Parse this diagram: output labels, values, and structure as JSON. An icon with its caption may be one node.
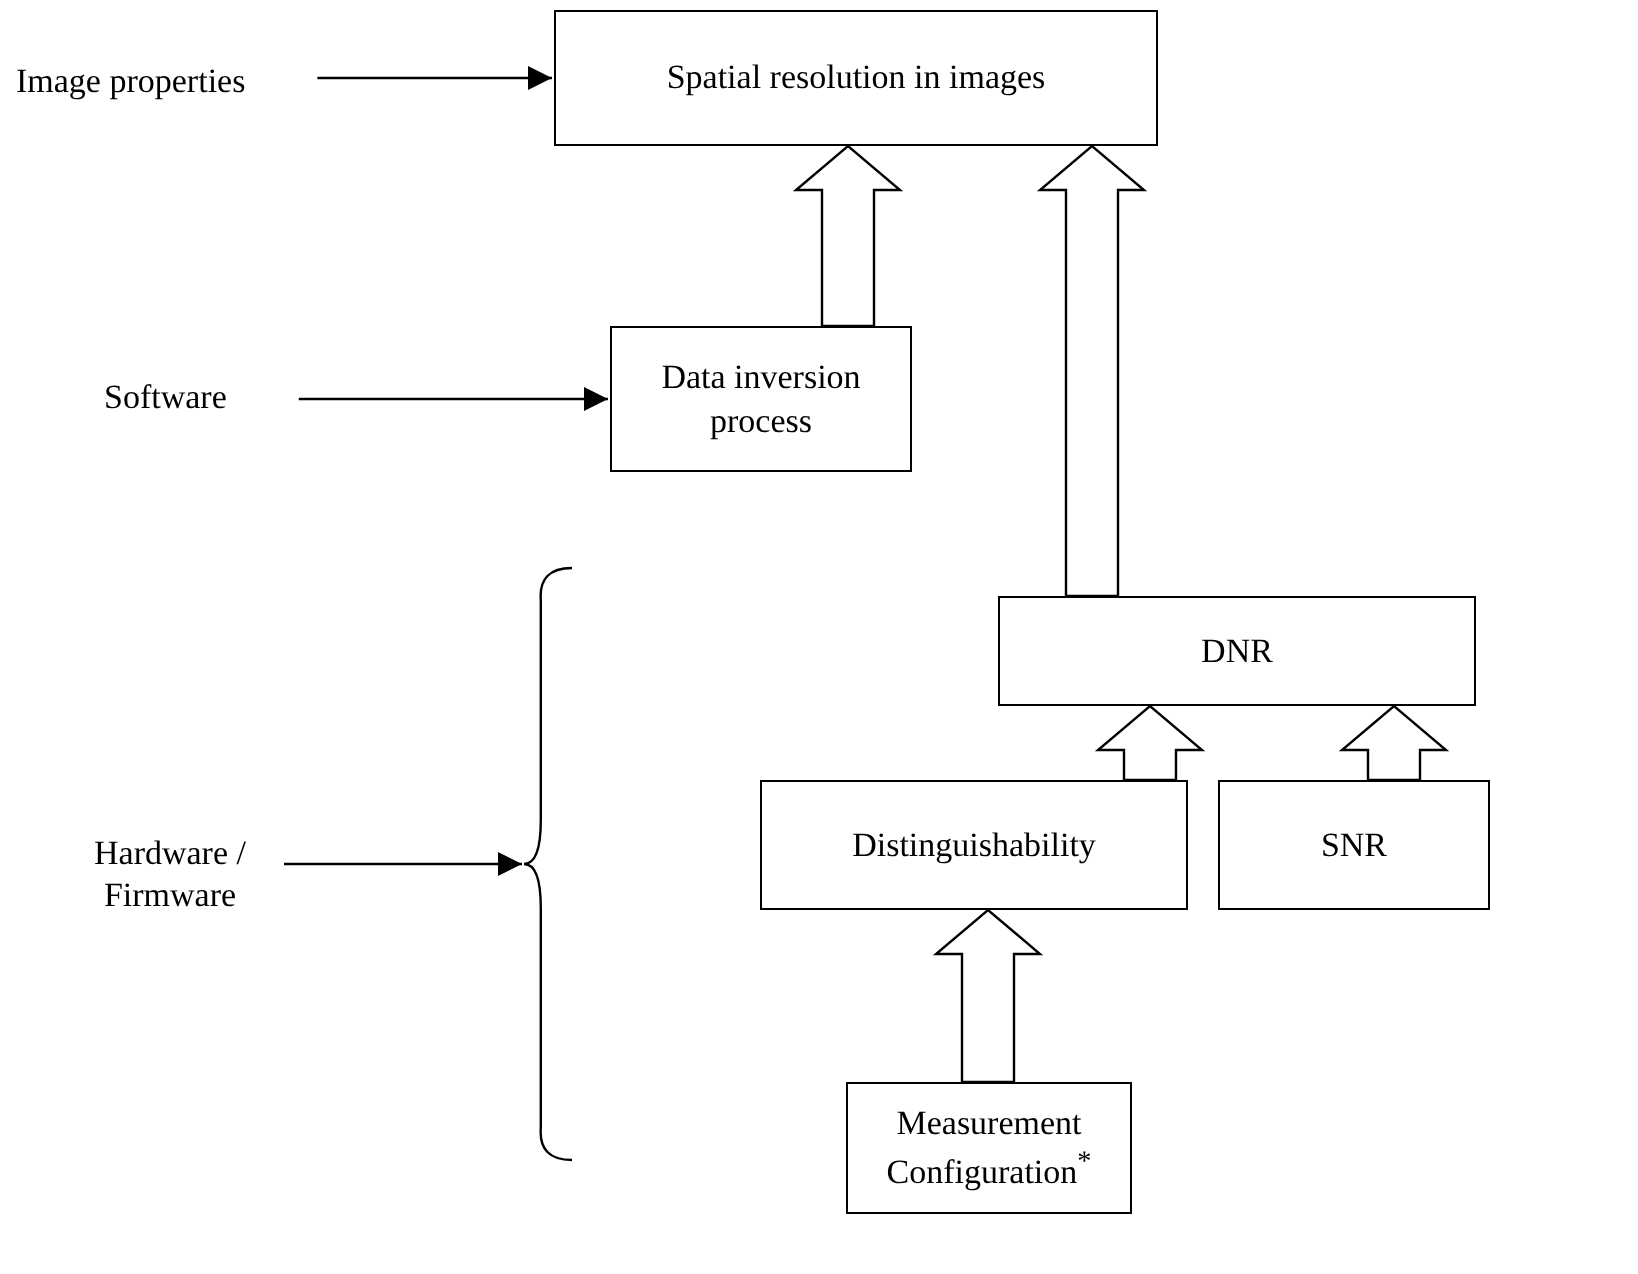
{
  "diagram": {
    "nodes": [
      {
        "text": [
          "Image properties"
        ]
      },
      {
        "text": [
          "Spatial resolution in images"
        ]
      },
      {
        "text": [
          "Software"
        ]
      },
      {
        "text": [
          "Data inversion process"
        ]
      },
      {
        "text": [
          "Hardware / Firmware"
        ]
      },
      {
        "text": [],
        "shape": "brace"
      },
      {
        "text": [
          "DNR"
        ]
      },
      {
        "text": [
          "Distinguishability"
        ]
      },
      {
        "text": [
          "SNR"
        ]
      },
      {
        "text": [
          "Measurement Configuration$^{*}$"
        ]
      }
    ],
    "edges": [
      {
        "from": 0,
        "to": 1,
        "arrow": "to"
      },
      {
        "from": 2,
        "to": 3,
        "arrow": "to"
      },
      {
        "from": 4,
        "to": 5,
        "arrow": "to"
      },
      {
        "from": 3,
        "to": 1,
        "arrow": "to",
        "style": "thick"
      },
      {
        "from": 6,
        "to": 1,
        "arrow": "to",
        "style": "thick"
      },
      {
        "from": 7,
        "to": 6,
        "arrow": "to",
        "style": "thick"
      },
      {
        "from": 8,
        "to": 6,
        "arrow": "to",
        "style": "thick"
      },
      {
        "from": 9,
        "to": 7,
        "arrow": "to",
        "style": "thick"
      }
    ]
  }
}
